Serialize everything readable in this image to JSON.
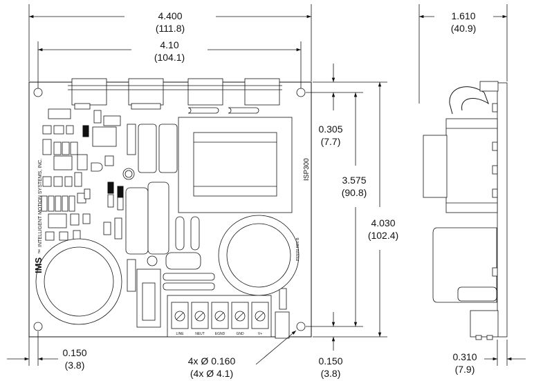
{
  "dimensions": {
    "overall_width": {
      "in": "4.400",
      "mm": "(111.8)"
    },
    "hole_spacing_width": {
      "in": "4.10",
      "mm": "(104.1)"
    },
    "side_width": {
      "in": "1.610",
      "mm": "(40.9)"
    },
    "top_hole_offset": {
      "in": "0.305",
      "mm": "(7.7)"
    },
    "hole_spacing_height": {
      "in": "3.575",
      "mm": "(90.8)"
    },
    "overall_height": {
      "in": "4.030",
      "mm": "(102.4)"
    },
    "left_hole_offset": {
      "in": "0.150",
      "mm": "(3.8)"
    },
    "bottom_hole_offset": {
      "in": "0.150",
      "mm": "(3.8)"
    },
    "hole_diameter": {
      "in": "4x Ø 0.160",
      "mm": "(4x Ø 4.1)"
    },
    "side_offset": {
      "in": "0.310",
      "mm": "(7.9)"
    }
  },
  "board": {
    "model": "ISP300",
    "manufacturer": "INTELLIGENT MOTION SYSTEMS, INC.",
    "logo_text": "IMS",
    "tm_mark": "™",
    "part_number": "P93026 REV B",
    "terminals": [
      "LINE",
      "NEUT",
      "EGND",
      "GND",
      "V+"
    ]
  }
}
